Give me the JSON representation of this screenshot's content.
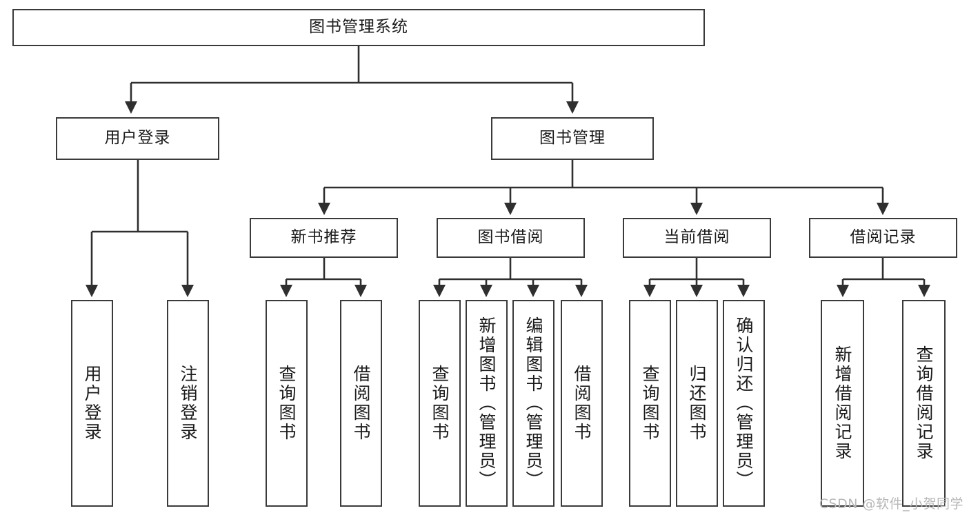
{
  "diagram": {
    "title": "图书管理系统",
    "type": "tree",
    "root": {
      "label": "图书管理系统",
      "orientation": "horizontal"
    },
    "level2": [
      {
        "label": "用户登录",
        "orientation": "horizontal"
      },
      {
        "label": "图书管理",
        "orientation": "horizontal"
      }
    ],
    "level3": [
      {
        "label": "新书推荐",
        "orientation": "horizontal"
      },
      {
        "label": "图书借阅",
        "orientation": "horizontal"
      },
      {
        "label": "当前借阅",
        "orientation": "horizontal"
      },
      {
        "label": "借阅记录",
        "orientation": "horizontal"
      }
    ],
    "leaves": {
      "user_login": [
        {
          "label": "用户登录",
          "orientation": "vertical"
        },
        {
          "label": "注销登录",
          "orientation": "vertical"
        }
      ],
      "new_book_recommend": [
        {
          "label": "查询图书",
          "orientation": "vertical"
        },
        {
          "label": "借阅图书",
          "orientation": "vertical"
        }
      ],
      "book_borrow": [
        {
          "label": "查询图书",
          "orientation": "vertical"
        },
        {
          "label": "新增图书（管理员）",
          "orientation": "vertical"
        },
        {
          "label": "编辑图书（管理员）",
          "orientation": "vertical"
        },
        {
          "label": "借阅图书",
          "orientation": "vertical"
        }
      ],
      "current_borrow": [
        {
          "label": "查询图书",
          "orientation": "vertical"
        },
        {
          "label": "归还图书",
          "orientation": "vertical"
        },
        {
          "label": "确认归还（管理员）",
          "orientation": "vertical"
        }
      ],
      "borrow_record": [
        {
          "label": "新增借阅记录",
          "orientation": "vertical"
        },
        {
          "label": "查询借阅记录",
          "orientation": "vertical"
        }
      ]
    },
    "colors": {
      "border": "#3a3a3a",
      "edge": "#2f2f2f",
      "background": "#ffffff",
      "text": "#1b1b1b",
      "watermark": "#b7b7b7"
    }
  },
  "watermark": {
    "text": "CSDN @软件_小贺同学"
  }
}
